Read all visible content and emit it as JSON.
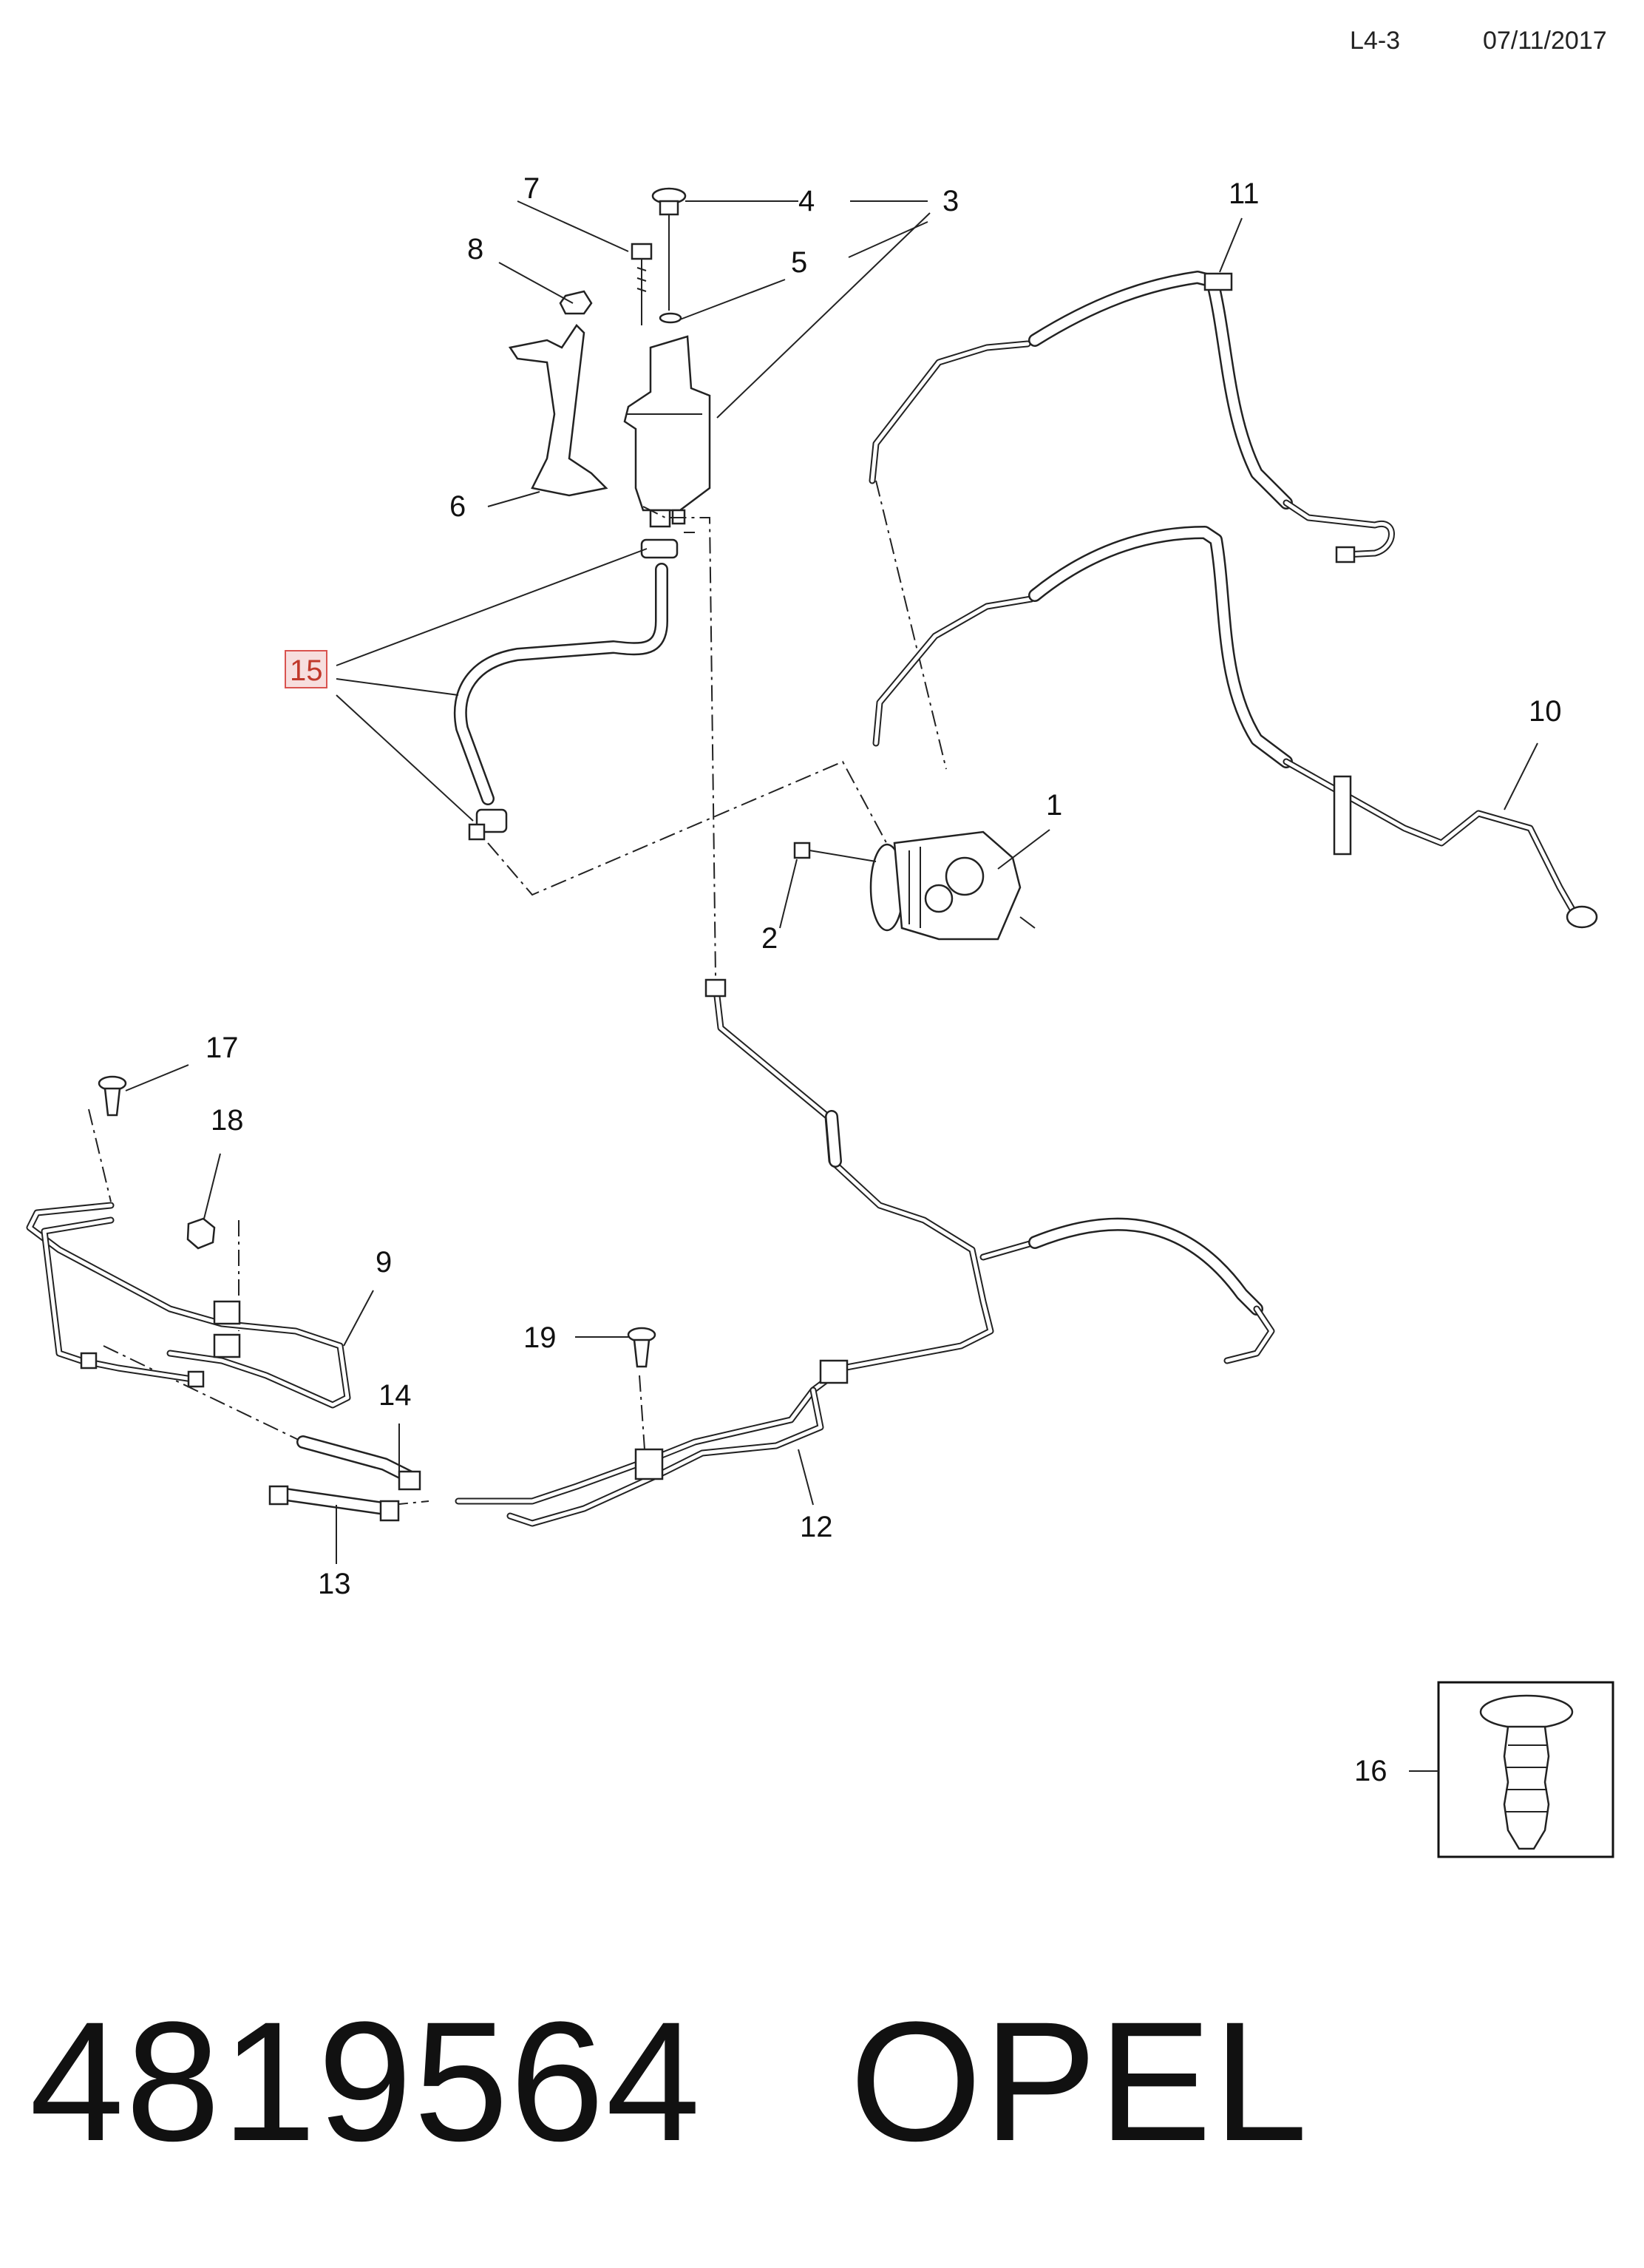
{
  "header": {
    "code": "L4-3",
    "date": "07/11/2017"
  },
  "callouts": {
    "c1": "1",
    "c2": "2",
    "c3": "3",
    "c4": "4",
    "c5": "5",
    "c6": "6",
    "c7": "7",
    "c8": "8",
    "c9": "9",
    "c10": "10",
    "c11": "11",
    "c12": "12",
    "c13": "13",
    "c14": "14",
    "c15": "15",
    "c16": "16",
    "c17": "17",
    "c18": "18",
    "c19": "19"
  },
  "highlighted_callout": "15",
  "footer": {
    "part_number": "4819564",
    "brand": "OPEL"
  },
  "colors": {
    "line": "#222222",
    "highlight_fill": "#f7dede",
    "highlight_stroke": "#d9534f",
    "highlight_text": "#c0392b"
  }
}
